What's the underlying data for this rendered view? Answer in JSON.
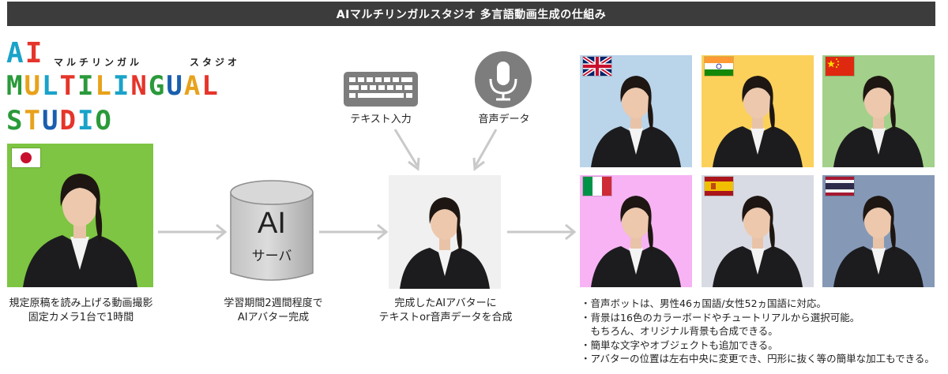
{
  "title": "AIマルチリンガルスタジオ 多言語動画生成の仕組み",
  "logo": {
    "line1": "AI",
    "line2": "MULTILINGUAL",
    "line3": "STUDIO",
    "kana_left": "マルチリンガル",
    "kana_right": "スタジオ"
  },
  "server": {
    "label_top": "AI",
    "label_bottom": "サーバ"
  },
  "inputs": {
    "text_label": "テキスト入力",
    "voice_label": "音声データ",
    "keyboard_icon": "keyboard-icon",
    "mic_icon": "microphone-icon"
  },
  "captions": {
    "step1_line1": "規定原稿を読み上げる動画撮影",
    "step1_line2": "固定カメラ1台で1時間",
    "step2_line1": "学習期間2週間程度で",
    "step2_line2": "AIアバター完成",
    "step3_line1": "完成したAIアバターに",
    "step3_line2": "テキストor音声データを合成"
  },
  "notes": [
    "・音声ボットは、男性46ヵ国語/女性52ヵ国語に対応。",
    "・背景は16色のカラーボードやチュートリアルから選択可能。",
    "　もちろん、オリジナル背景も合成できる。",
    "・簡単な文字やオブジェクトも追加できる。",
    "・アバターの位置は左右中央に変更でき、円形に抜く等の簡単な加工もできる。"
  ],
  "colors": {
    "source_bg": "#7dc542",
    "center_bg": "#f0f0f0",
    "out_uk_bg": "#bad4ea",
    "out_in_bg": "#fbd15b",
    "out_cn_bg": "#a3d08a",
    "out_it_bg": "#f7b3f4",
    "out_es_bg": "#d9dbe4",
    "out_th_bg": "#8599b7"
  },
  "flags": [
    "japan",
    "uk",
    "india",
    "china",
    "italy",
    "spain",
    "thailand"
  ]
}
